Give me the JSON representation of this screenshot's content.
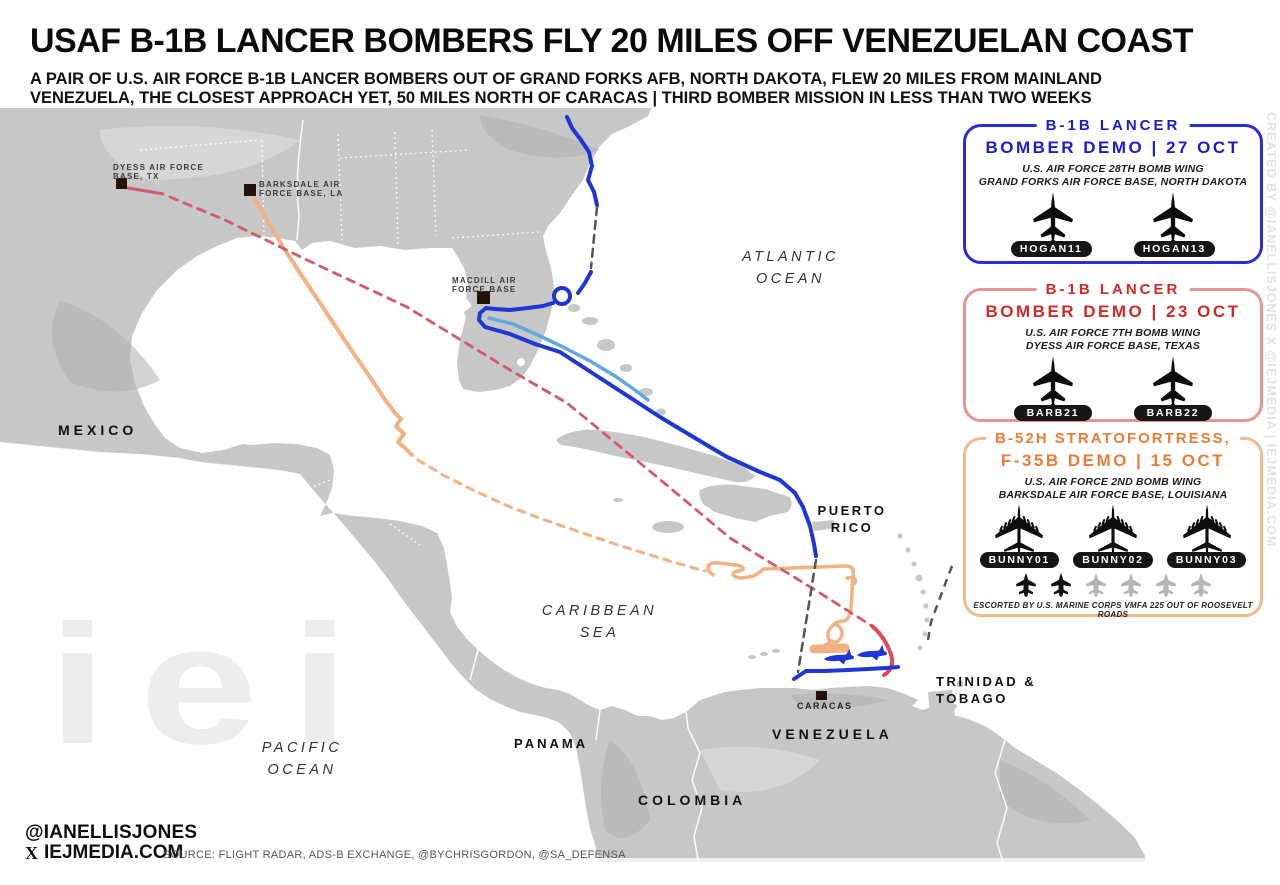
{
  "header": {
    "title": "USAF B-1B LANCER BOMBERS FLY 20 MILES OFF VENEZUELAN COAST",
    "subtitle1": "A PAIR OF U.S. AIR FORCE B-1B LANCER BOMBERS OUT OF GRAND FORKS AFB, NORTH DAKOTA, FLEW 20 MILES FROM MAINLAND",
    "subtitle2": "VENEZUELA, THE CLOSEST APPROACH YET, 50 MILES NORTH OF CARACAS | THIRD BOMBER MISSION IN LESS THAN TWO WEEKS"
  },
  "map": {
    "labels": {
      "dyess1": "DYESS AIR FORCE",
      "dyess2": "BASE, TX",
      "barksdale1": "BARKSDALE AIR",
      "barksdale2": "FORCE BASE, LA",
      "macdill1": "MACDILL AIR",
      "macdill2": "FORCE BASE",
      "mexico": "MEXICO",
      "panama": "PANAMA",
      "colombia": "COLOMBIA",
      "venezuela": "VENEZUELA",
      "caracas": "CARACAS",
      "puerto_rico1": "PUERTO",
      "puerto_rico2": "RICO",
      "trinidad1": "TRINIDAD &",
      "trinidad2": "TOBAGO",
      "atlantic1": "ATLANTIC",
      "atlantic2": "OCEAN",
      "caribbean1": "CARIBBEAN",
      "caribbean2": "SEA",
      "pacific1": "PACIFIC",
      "pacific2": "OCEAN"
    }
  },
  "info_boxes": [
    {
      "legend": "B-1B LANCER",
      "title": "BOMBER DEMO | 27 OCT",
      "unit_line1": "U.S. AIR FORCE 28TH BOMB WING",
      "unit_line2": "GRAND FORKS AIR FORCE BASE, NORTH DAKOTA",
      "callsigns": [
        "HOGAN11",
        "HOGAN13"
      ],
      "accent": "#1b1ccd"
    },
    {
      "legend": "B-1B LANCER",
      "title": "BOMBER DEMO | 23 OCT",
      "unit_line1": "U.S. AIR FORCE 7TH BOMB WING",
      "unit_line2": "DYESS AIR FORCE BASE, TEXAS",
      "callsigns": [
        "BARB21",
        "BARB22"
      ],
      "accent": "#cf2b26"
    },
    {
      "legend": "B-52H STRATOFORTRESS,",
      "title": "F-35B DEMO | 15 OCT",
      "unit_line1": "U.S. AIR FORCE 2ND BOMB WING",
      "unit_line2": "BARKSDALE AIR FORCE BASE, LOUISIANA",
      "callsigns": [
        "BUNNY01",
        "BUNNY02",
        "BUNNY03"
      ],
      "escort_note": "ESCORTED BY U.S. MARINE CORPS VMFA 225 OUT OF ROOSEVELT ROADS",
      "accent": "#ee7b35"
    }
  ],
  "footer": {
    "handle": "@IANELLISJONES",
    "x_label": "X",
    "site": "IEJMEDIA.COM",
    "source": "SOURCE: FLIGHT RADAR, ADS-B EXCHANGE, @BYCHRISGORDON, @SA_DEFENSA"
  },
  "watermarks": {
    "logo": "iei",
    "side": "CREATED BY @IANELLISJONES X @IEJMEDIA | IEJMEDIA.COM"
  },
  "colors": {
    "box_blue": "#1b1ccd",
    "box_red": "#cf2b26",
    "box_orange": "#ee7b35",
    "path_blue": "#1f36d6",
    "path_light_blue": "#5fa8e2",
    "path_orange": "#f3b080",
    "path_red_dashed": "#d4596b",
    "path_gray_dashed": "#555555",
    "land_gray": "#c7c7c7"
  }
}
